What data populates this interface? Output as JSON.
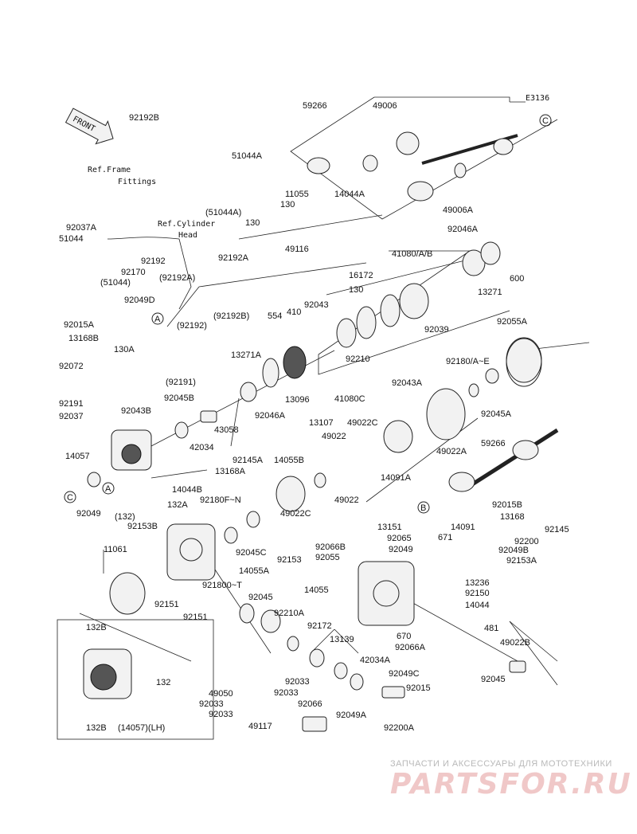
{
  "diagram_id": "E3136",
  "front_label": "FRONT",
  "ref_labels": {
    "frame_fittings_1": "Ref.Frame",
    "frame_fittings_2": "Fittings",
    "cylinder_head_1": "Ref.Cylinder",
    "cylinder_head_2": "Head"
  },
  "detail_box_caption": "(14057)(LH)",
  "watermark": {
    "line1": "ЗАПЧАСТИ И АКСЕССУАРЫ ДЛЯ МОТОТЕХНИКИ",
    "line2": "PARTSFOR.RU"
  },
  "circle_refs": [
    "C",
    "A",
    "A",
    "B",
    "C",
    "B"
  ],
  "labels": [
    {
      "id": "59266_top",
      "text": "59266"
    },
    {
      "id": "49006",
      "text": "49006"
    },
    {
      "id": "92192B",
      "text": "92192B"
    },
    {
      "id": "51044A",
      "text": "51044A"
    },
    {
      "id": "11055",
      "text": "11055"
    },
    {
      "id": "14044A",
      "text": "14044A"
    },
    {
      "id": "130_a",
      "text": "130"
    },
    {
      "id": "51044A_p",
      "text": "(51044A)"
    },
    {
      "id": "130_b",
      "text": "130"
    },
    {
      "id": "49116",
      "text": "49116"
    },
    {
      "id": "49006A",
      "text": "49006A"
    },
    {
      "id": "92046A_top",
      "text": "92046A"
    },
    {
      "id": "92037A",
      "text": "92037A"
    },
    {
      "id": "51044",
      "text": "51044"
    },
    {
      "id": "92192",
      "text": "92192"
    },
    {
      "id": "92170",
      "text": "92170"
    },
    {
      "id": "51044_p",
      "text": "(51044)"
    },
    {
      "id": "92192A_p",
      "text": "(92192A)"
    },
    {
      "id": "92192A",
      "text": "92192A"
    },
    {
      "id": "16172",
      "text": "16172"
    },
    {
      "id": "130_c",
      "text": "130"
    },
    {
      "id": "92043",
      "text": "92043"
    },
    {
      "id": "41080AB",
      "text": "41080/A/B"
    },
    {
      "id": "13271",
      "text": "13271"
    },
    {
      "id": "600",
      "text": "600"
    },
    {
      "id": "92049D",
      "text": "92049D"
    },
    {
      "id": "92015A",
      "text": "92015A"
    },
    {
      "id": "13168B",
      "text": "13168B"
    },
    {
      "id": "130A",
      "text": "130A"
    },
    {
      "id": "92192B_p",
      "text": "(92192B)"
    },
    {
      "id": "554",
      "text": "554"
    },
    {
      "id": "410",
      "text": "410"
    },
    {
      "id": "92192_p",
      "text": "(92192)"
    },
    {
      "id": "92039",
      "text": "92039"
    },
    {
      "id": "92055A",
      "text": "92055A"
    },
    {
      "id": "92072",
      "text": "92072"
    },
    {
      "id": "13271A",
      "text": "13271A"
    },
    {
      "id": "92210",
      "text": "92210"
    },
    {
      "id": "92180AE",
      "text": "92180/A~E"
    },
    {
      "id": "92191_p",
      "text": "(92191)"
    },
    {
      "id": "41080C",
      "text": "41080C"
    },
    {
      "id": "92043A",
      "text": "92043A"
    },
    {
      "id": "92191",
      "text": "92191"
    },
    {
      "id": "92045B",
      "text": "92045B"
    },
    {
      "id": "92046A_mid",
      "text": "92046A"
    },
    {
      "id": "13096",
      "text": "13096"
    },
    {
      "id": "92045A_mid",
      "text": "92045A"
    },
    {
      "id": "92037",
      "text": "92037"
    },
    {
      "id": "92043B",
      "text": "92043B"
    },
    {
      "id": "43058",
      "text": "43058"
    },
    {
      "id": "13107",
      "text": "13107"
    },
    {
      "id": "49022C_top",
      "text": "49022C"
    },
    {
      "id": "49022_a",
      "text": "49022"
    },
    {
      "id": "42034",
      "text": "42034"
    },
    {
      "id": "49022A",
      "text": "49022A"
    },
    {
      "id": "59266_mid",
      "text": "59266"
    },
    {
      "id": "14057",
      "text": "14057"
    },
    {
      "id": "92145A",
      "text": "92145A"
    },
    {
      "id": "14055B",
      "text": "14055B"
    },
    {
      "id": "13168A",
      "text": "13168A"
    },
    {
      "id": "14091A",
      "text": "14091A"
    },
    {
      "id": "14044B",
      "text": "14044B"
    },
    {
      "id": "92180FN",
      "text": "92180F~N"
    },
    {
      "id": "49022_b",
      "text": "49022"
    },
    {
      "id": "49022C_mid",
      "text": "49022C"
    },
    {
      "id": "92015B",
      "text": "92015B"
    },
    {
      "id": "13168",
      "text": "13168"
    },
    {
      "id": "92049",
      "text": "92049"
    },
    {
      "id": "132_p",
      "text": "(132)"
    },
    {
      "id": "132A",
      "text": "132A"
    },
    {
      "id": "92153B",
      "text": "92153B"
    },
    {
      "id": "13151",
      "text": "13151"
    },
    {
      "id": "14091",
      "text": "14091"
    },
    {
      "id": "92145",
      "text": "92145"
    },
    {
      "id": "92065",
      "text": "92065"
    },
    {
      "id": "671",
      "text": "671"
    },
    {
      "id": "92200",
      "text": "92200"
    },
    {
      "id": "11061",
      "text": "11061"
    },
    {
      "id": "92066B",
      "text": "92066B"
    },
    {
      "id": "92045C",
      "text": "92045C"
    },
    {
      "id": "92049_b",
      "text": "92049"
    },
    {
      "id": "92049B",
      "text": "92049B"
    },
    {
      "id": "92153",
      "text": "92153"
    },
    {
      "id": "92055",
      "text": "92055"
    },
    {
      "id": "92153A",
      "text": "92153A"
    },
    {
      "id": "14055A",
      "text": "14055A"
    },
    {
      "id": "92180OT",
      "text": "921800~T"
    },
    {
      "id": "14055",
      "text": "14055"
    },
    {
      "id": "13236",
      "text": "13236"
    },
    {
      "id": "92045_mid",
      "text": "92045"
    },
    {
      "id": "92150",
      "text": "92150"
    },
    {
      "id": "92151_a",
      "text": "92151"
    },
    {
      "id": "92210A",
      "text": "92210A"
    },
    {
      "id": "92151_b",
      "text": "92151"
    },
    {
      "id": "14044",
      "text": "14044"
    },
    {
      "id": "92172",
      "text": "92172"
    },
    {
      "id": "670",
      "text": "670"
    },
    {
      "id": "481",
      "text": "481"
    },
    {
      "id": "49022B",
      "text": "49022B"
    },
    {
      "id": "13139",
      "text": "13139"
    },
    {
      "id": "92066A",
      "text": "92066A"
    },
    {
      "id": "42034A",
      "text": "42034A"
    },
    {
      "id": "132B_top",
      "text": "132B"
    },
    {
      "id": "132",
      "text": "132"
    },
    {
      "id": "92049C",
      "text": "92049C"
    },
    {
      "id": "92045_bot",
      "text": "92045"
    },
    {
      "id": "92033_a",
      "text": "92033"
    },
    {
      "id": "92015",
      "text": "92015"
    },
    {
      "id": "49050",
      "text": "49050"
    },
    {
      "id": "92033_b",
      "text": "92033"
    },
    {
      "id": "92033_c",
      "text": "92033"
    },
    {
      "id": "92066",
      "text": "92066"
    },
    {
      "id": "92033_d",
      "text": "92033"
    },
    {
      "id": "92049A",
      "text": "92049A"
    },
    {
      "id": "132B_bot",
      "text": "132B"
    },
    {
      "id": "49117",
      "text": "49117"
    },
    {
      "id": "92200A",
      "text": "92200A"
    }
  ]
}
